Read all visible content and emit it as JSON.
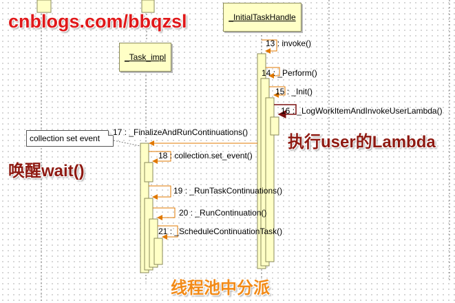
{
  "watermark": "cnblogs.com/bbqzsl",
  "lifelines": [
    {
      "name": "_InitialTaskHandle"
    },
    {
      "name": "_Task_impl"
    }
  ],
  "messages": [
    {
      "num": "13",
      "label": "invoke()"
    },
    {
      "num": "14",
      "label": "_Perform()"
    },
    {
      "num": "15",
      "label": "_Init()"
    },
    {
      "num": "16",
      "label": "_LogWorkItemAndInvokeUserLambda()"
    },
    {
      "num": "17",
      "label": "_FinalizeAndRunContinuations()"
    },
    {
      "num": "18",
      "label": "collection.set_event()"
    },
    {
      "num": "19",
      "label": "_RunTaskContinuations()"
    },
    {
      "num": "20",
      "label": "_RunContinuation()"
    },
    {
      "num": "21",
      "label": "_ScheduleContinuationTask()"
    }
  ],
  "note": {
    "text": "collection set event"
  },
  "annotations": {
    "wake": "唤醒wait()",
    "lambda": "执行user的Lambda",
    "dispatch": "线程池中分派"
  },
  "colors": {
    "activation_fill": "#ffffc6",
    "arrow_orange": "#e07800",
    "lambda_arrow": "#7a0f0f"
  }
}
